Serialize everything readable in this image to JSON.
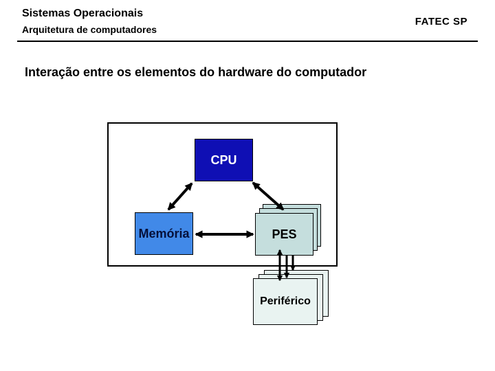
{
  "header": {
    "title": "Sistemas Operacionais",
    "subtitle": "Arquitetura de computadores",
    "org": "FATEC SP"
  },
  "slide": {
    "title": "Interação entre os elementos do hardware do computador"
  },
  "colors": {
    "background": "#ffffff",
    "text": "#000000",
    "divider": "#000000",
    "arrow": "#000000",
    "frame_border": "#000000"
  },
  "diagram": {
    "nodes": {
      "cpu": {
        "label": "CPU",
        "fill": "#0f0fb4",
        "text_color": "#ffffff"
      },
      "memoria": {
        "label": "Memória",
        "fill": "#4189e8",
        "text_color": "#05103a"
      },
      "pes": {
        "label": "PES",
        "fill": "#c5dedd",
        "text_color": "#000000"
      },
      "periferico": {
        "label": "Periférico",
        "fill": "#e9f3f1",
        "text_color": "#000000"
      }
    },
    "connections": [
      {
        "from": "cpu",
        "to": "memoria",
        "type": "bidirectional"
      },
      {
        "from": "cpu",
        "to": "pes",
        "type": "bidirectional"
      },
      {
        "from": "memoria",
        "to": "pes",
        "type": "bidirectional"
      },
      {
        "from": "pes",
        "to": "periferico",
        "type": "bidirectional"
      },
      {
        "from": "pes",
        "to": "periferico",
        "type": "unidirectional-down"
      },
      {
        "from": "pes",
        "to": "periferico",
        "type": "unidirectional-down"
      }
    ]
  }
}
